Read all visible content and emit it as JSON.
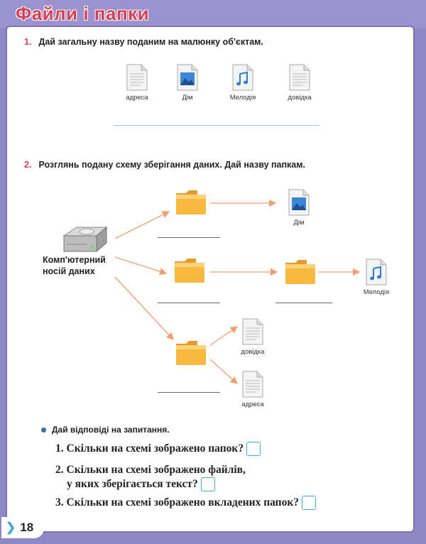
{
  "title": "Файли і папки",
  "task1": {
    "number": "1.",
    "text": "Дай загальну назву поданим на малюнку об'єктам.",
    "files": [
      {
        "label": "адреса",
        "icon": "text-file-icon"
      },
      {
        "label": "Дім",
        "icon": "image-file-icon"
      },
      {
        "label": "Мелодія",
        "icon": "music-file-icon"
      },
      {
        "label": "довідка",
        "icon": "text-file-icon"
      }
    ]
  },
  "task2": {
    "number": "2.",
    "text": "Розглянь подану схему зберігання даних. Дай назву папкам.",
    "drive_label_line1": "Комп'ютерний",
    "drive_label_line2": "носій даних",
    "file_dim": "Дім",
    "file_melody": "Мелодія",
    "file_dovidka": "довідка",
    "file_adresa": "адреса"
  },
  "questions": {
    "intro": "Дай відповіді на запитання.",
    "q1": "1. Скільки на схемі зображено папок?",
    "q2_line1": "2. Скільки на схемі зображено файлів,",
    "q2_line2": "у яких зберігається текст?",
    "q3": "3. Скільки на схемі зображено вкладених папок?"
  },
  "page_number": "18",
  "colors": {
    "title": "#d93d52",
    "background": "#8f86c4",
    "folder": "#f5b33a",
    "arrow": "#f0a070"
  }
}
